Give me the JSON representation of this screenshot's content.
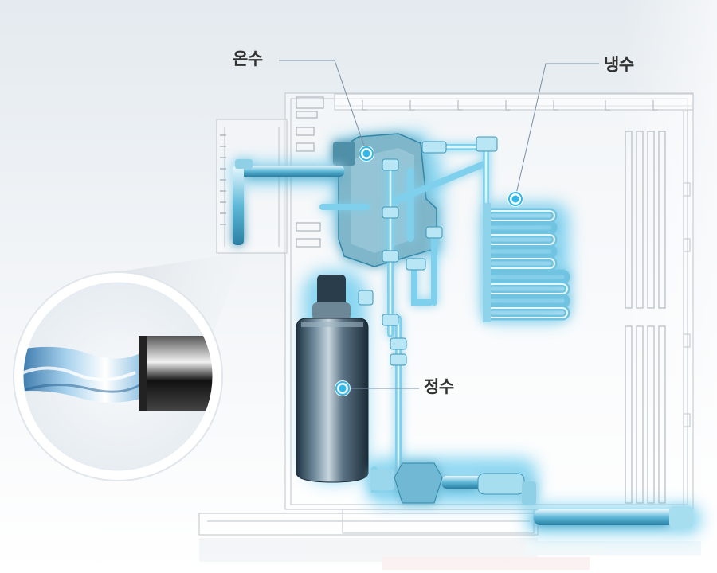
{
  "labels": {
    "hot_water": "온수",
    "cold_water": "냉수",
    "purified_water": "정수"
  },
  "colors": {
    "accent_cyan": "#2fb8e8",
    "label_text": "#333333",
    "leader_line": "#7a8fa6",
    "frame_line": "#c9ced3"
  },
  "icons": [
    "hot-water-marker-icon",
    "cold-water-marker-icon",
    "purified-water-marker-icon",
    "nozzle-zoom-callout"
  ]
}
